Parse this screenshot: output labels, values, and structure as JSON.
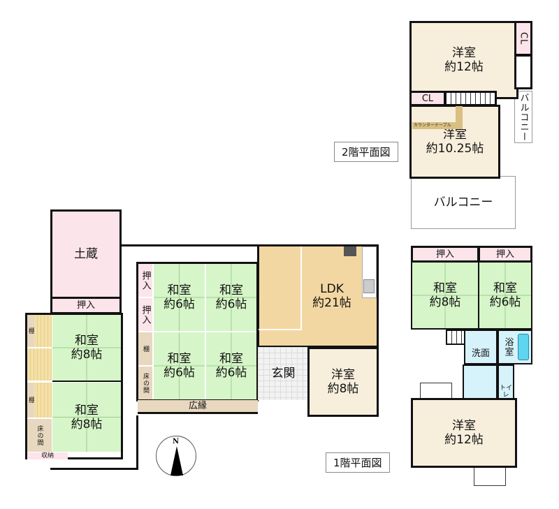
{
  "floor2": {
    "label": "2階平面図",
    "rooms": [
      {
        "name": "洋室",
        "size": "約12帖"
      },
      {
        "name": "洋室",
        "size": "約10.25帖"
      }
    ],
    "closet1": "CL",
    "closet2": "CL",
    "counter_table": "カウンターテーブル",
    "balcony_side": "バルコニー",
    "balcony_bottom": "バルコニー"
  },
  "floor1": {
    "label": "1階平面図",
    "kura": "土蔵",
    "oshiire": "押入",
    "tana": "棚",
    "tokonoma": "床の間",
    "shuno": "収納",
    "hiroen": "広縁",
    "genkan": "玄関",
    "washroom": "洗面",
    "bath": "浴室",
    "toilet": "トイレ",
    "rooms": {
      "washitsu_left_top": {
        "name": "和室",
        "size": "約8帖"
      },
      "washitsu_left_bottom": {
        "name": "和室",
        "size": "約8帖"
      },
      "washitsu_c1": {
        "name": "和室",
        "size": "約6帖"
      },
      "washitsu_c2": {
        "name": "和室",
        "size": "約6帖"
      },
      "washitsu_c3": {
        "name": "和室",
        "size": "約6帖"
      },
      "washitsu_c4": {
        "name": "和室",
        "size": "約6帖"
      },
      "ldk": {
        "name": "LDK",
        "size": "約21帖"
      },
      "yoshitsu_8": {
        "name": "洋室",
        "size": "約8帖"
      },
      "washitsu_r1": {
        "name": "和室",
        "size": "約8帖"
      },
      "washitsu_r2": {
        "name": "和室",
        "size": "約6帖"
      },
      "yoshitsu_12": {
        "name": "洋室",
        "size": "約12帖"
      }
    }
  },
  "compass": {
    "north": "N"
  },
  "colors": {
    "tatami": "#d6f5c8",
    "western": "#f7eedc",
    "storage": "#fbe4ea",
    "ldk": "#f3d7a2",
    "wet": "#d6f3fb"
  }
}
